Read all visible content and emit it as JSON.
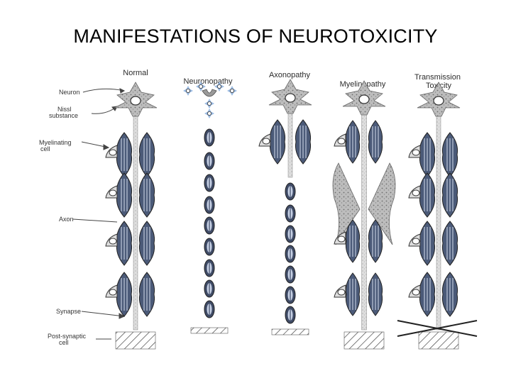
{
  "title": "MANIFESTATIONS OF NEUROTOXICITY",
  "columns": [
    {
      "label_lines": [
        "Normal"
      ]
    },
    {
      "label_lines": [
        "Neuronopathy"
      ]
    },
    {
      "label_lines": [
        "Axonopathy"
      ]
    },
    {
      "label_lines": [
        "Myelinopathy"
      ]
    },
    {
      "label_lines": [
        "Transmission",
        "Toxicity"
      ]
    }
  ],
  "side_labels": {
    "neuron": [
      "Neuron"
    ],
    "nissl": [
      "Nissl",
      "substance"
    ],
    "myelinating": [
      "Myelinating",
      "cell"
    ],
    "axon": [
      "Axon"
    ],
    "synapse": [
      "Synapse"
    ],
    "postsynaptic": [
      "Post-synaptic",
      "cell"
    ]
  },
  "colors": {
    "sheath_fill": "#4b5a78",
    "sheath_stripe": "#c9d2e3",
    "cell_body": "#8f8f8f",
    "axon_fill": "#d9d9d9",
    "node_fill": "#3f4b66",
    "node_light": "#c8d2e6",
    "star_blue": "#7fa7da"
  }
}
